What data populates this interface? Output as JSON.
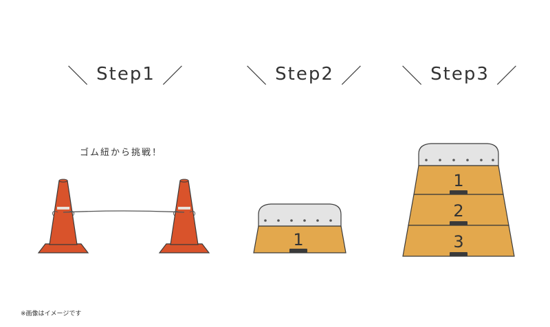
{
  "steps": [
    {
      "label": "Step1",
      "caption": "ゴム紐から挑戦！"
    },
    {
      "label": "Step2",
      "tiers": [
        "1"
      ]
    },
    {
      "label": "Step3",
      "tiers": [
        "1",
        "2",
        "3"
      ]
    }
  ],
  "slash_left": "＼",
  "slash_right": "／",
  "note": "※画像はイメージです",
  "colors": {
    "cone": "#d9532b",
    "cone_stripe": "#e8e3dc",
    "box_wood": "#e3a84d",
    "box_top": "#e4e4e4",
    "outline": "#3a3a3a",
    "handle": "#3a3a3a"
  }
}
